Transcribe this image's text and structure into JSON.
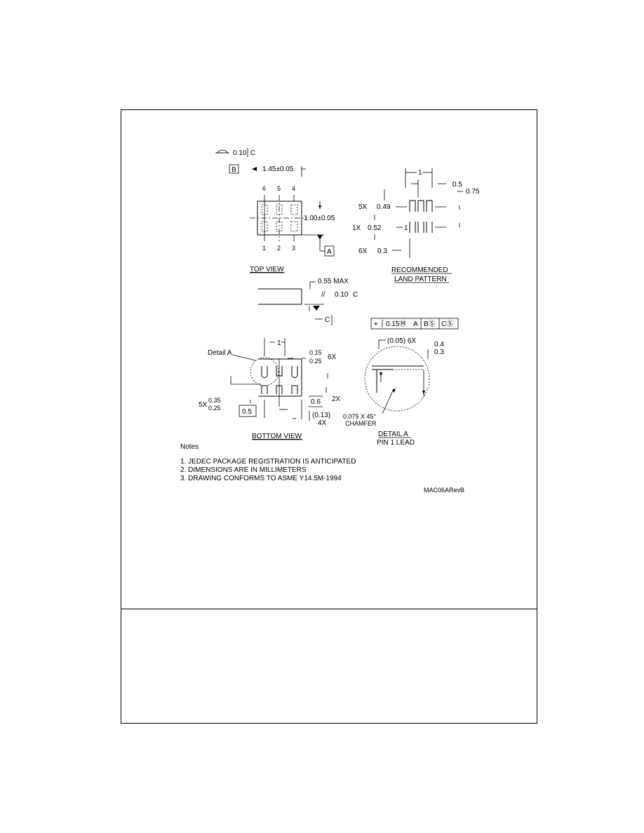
{
  "drawing": {
    "top_view": {
      "flatness": "0.10",
      "flatness_datum": "C",
      "datum_b": "B",
      "width_dim": "1.45±0.05",
      "height_dim": "1.00±0.05",
      "datum_a": "A",
      "pins_top": [
        "6",
        "5",
        "4"
      ],
      "pins_bottom": [
        "1",
        "2",
        "3"
      ],
      "label": "TOP VIEW"
    },
    "land_pattern": {
      "pitch": "1",
      "pad_width": "0.5",
      "pad_length": "0.75",
      "row1_count": "5X",
      "row1_value": "0.49",
      "row2_count": "1X",
      "row2_value": "0.52",
      "row2_mark": "1",
      "row3_count": "6X",
      "row3_value": "0.3",
      "label_line1": "RECOMMENDED",
      "label_line2": "LAND PATTERN"
    },
    "side_view": {
      "max_height": "0.55 MAX",
      "parallelism": "0.10",
      "parallelism_datum": "C",
      "datum_c": "C"
    },
    "bottom_view": {
      "detail_callout": "Detail A",
      "pitch": "1",
      "lead_width_top": "0.15",
      "lead_width_bottom": "0.25",
      "lead_count": "6X",
      "lead_len_top": "0.35",
      "lead_len_bottom": "0.25",
      "lead_len_count": "5X",
      "pitch_box": "0.5",
      "span": "0.6",
      "span_count": "2X",
      "offset": "(0.13)",
      "offset_count": "4X",
      "label": "BOTTOM VIEW"
    },
    "position_tolerance": {
      "symbol": "⌖",
      "value": "0.15Ⓜ",
      "datum1": "A",
      "datum2": "BⓈ",
      "datum3": "CⓈ"
    },
    "detail_a": {
      "radius": "(0.05) 6X",
      "dim_top": "0.4",
      "dim_bottom": "0.3",
      "chamfer_line1": "0.075 X 45°",
      "chamfer_line2": "CHAMFER",
      "label_line1": "DETAIL A",
      "label_line2": "PIN 1 LEAD"
    }
  },
  "notes": {
    "heading": "Notes",
    "items": [
      "1. JEDEC PACKAGE REGISTRATION IS ANTICIPATED",
      "2. DIMENSIONS ARE IN MILLIMETERS",
      "3. DRAWING CONFORMS TO ASME Y14.5M-1994"
    ]
  },
  "revision": "MAC06ARevB"
}
